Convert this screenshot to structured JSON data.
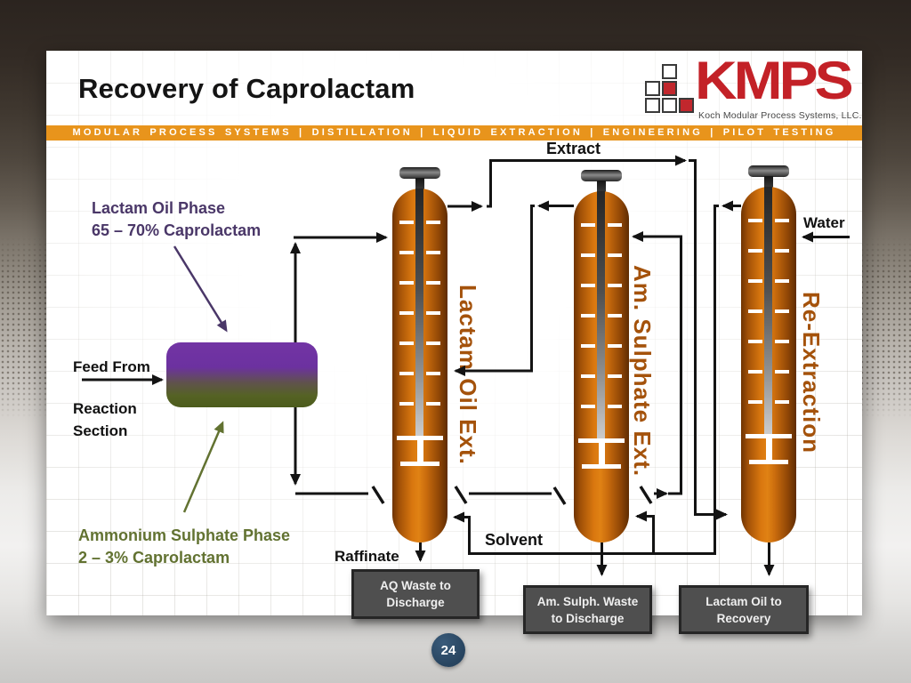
{
  "slide": {
    "title": "Recovery of Caprolactam",
    "banner": "MODULAR PROCESS SYSTEMS | DISTILLATION | LIQUID EXTRACTION | ENGINEERING | PILOT TESTING",
    "page_number": "24"
  },
  "logo": {
    "name": "KMPS",
    "tagline": "Koch Modular Process Systems, LLC."
  },
  "diagram": {
    "feed": {
      "line1": "Feed From",
      "line2": "Reaction",
      "line3": "Section"
    },
    "lactam_phase": {
      "line1": "Lactam Oil Phase",
      "line2": "65 – 70% Caprolactam"
    },
    "ammonium_phase": {
      "line1": "Ammonium Sulphate Phase",
      "line2": "2 – 3% Caprolactam"
    },
    "streams": {
      "extract": "Extract",
      "water": "Water",
      "solvent": "Solvent",
      "raffinate": "Raffinate"
    },
    "columns": [
      {
        "label": "Lactam Oil Ext."
      },
      {
        "label": "Am. Sulphate Ext."
      },
      {
        "label": "Re-Extraction"
      }
    ],
    "boxes": [
      {
        "line1": "AQ Waste to",
        "line2": "Discharge"
      },
      {
        "line1": "Am. Sulph. Waste",
        "line2": "to Discharge"
      },
      {
        "line1": "Lactam Oil to",
        "line2": "Recovery"
      }
    ]
  },
  "colors": {
    "banner_orange": "#E8941C",
    "kmps_red": "#C32127",
    "column_orange": "#D9770F",
    "column_label_rust": "#A4520B",
    "phase_purple": "#4A3768",
    "phase_green": "#627231",
    "line_black": "#131313",
    "waste_box_gray": "#4F4F4F",
    "page_badge_navy": "#27445F"
  }
}
